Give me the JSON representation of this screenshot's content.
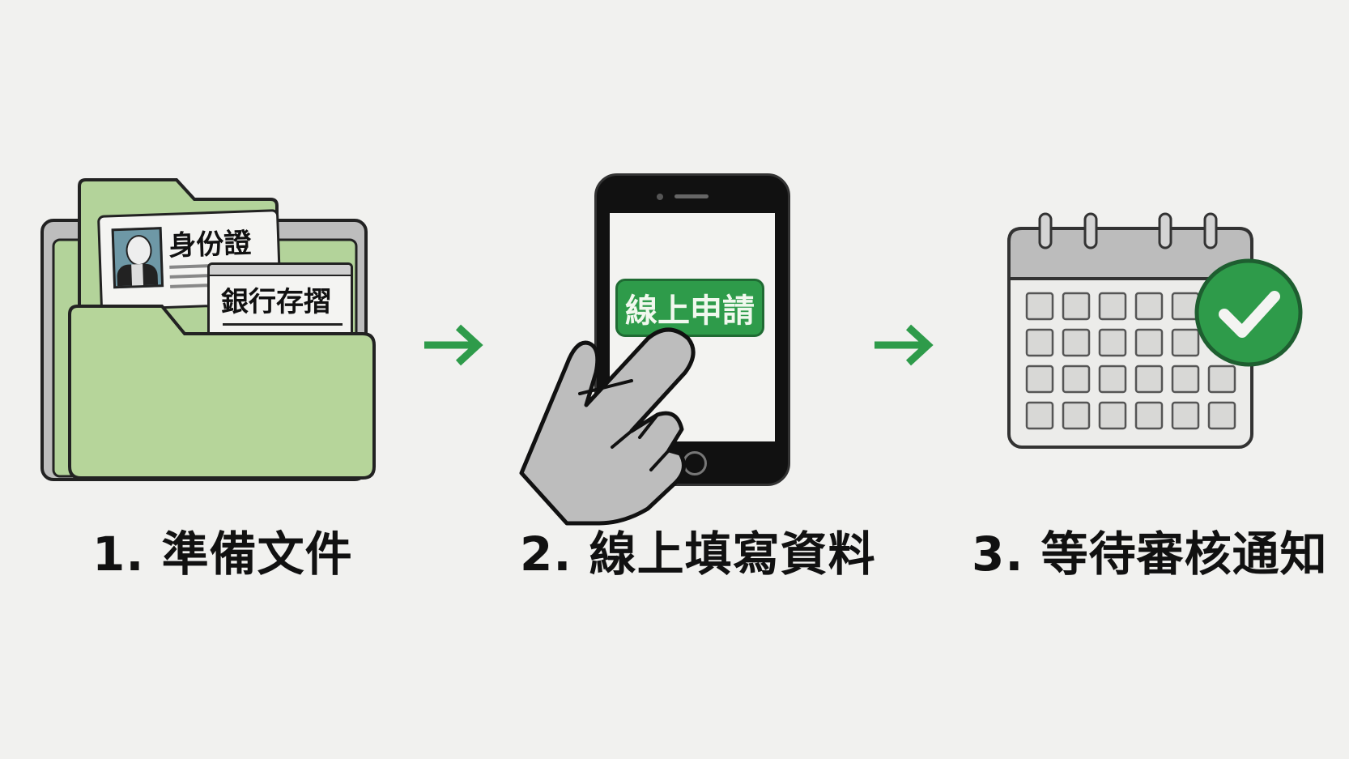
{
  "colors": {
    "background": "#f1f1ef",
    "accent_green": "#2e9b4a",
    "folder_green": "#b6d59a",
    "outline": "#222222",
    "gray": "#bfbfbf"
  },
  "steps": [
    {
      "number": "1.",
      "label": "準備文件",
      "illustration": "folder-with-documents",
      "documents": [
        {
          "title": "身份證",
          "type": "id-card"
        },
        {
          "title": "銀行存摺",
          "type": "bankbook"
        }
      ]
    },
    {
      "number": "2.",
      "label": "線上填寫資料",
      "illustration": "phone-with-hand",
      "button_label": "線上申請"
    },
    {
      "number": "3.",
      "label": "等待審核通知",
      "illustration": "calendar-with-checkmark"
    }
  ],
  "connectors": [
    {
      "icon": "arrow-right-icon",
      "from": 1,
      "to": 2
    },
    {
      "icon": "arrow-right-icon",
      "from": 2,
      "to": 3
    }
  ]
}
